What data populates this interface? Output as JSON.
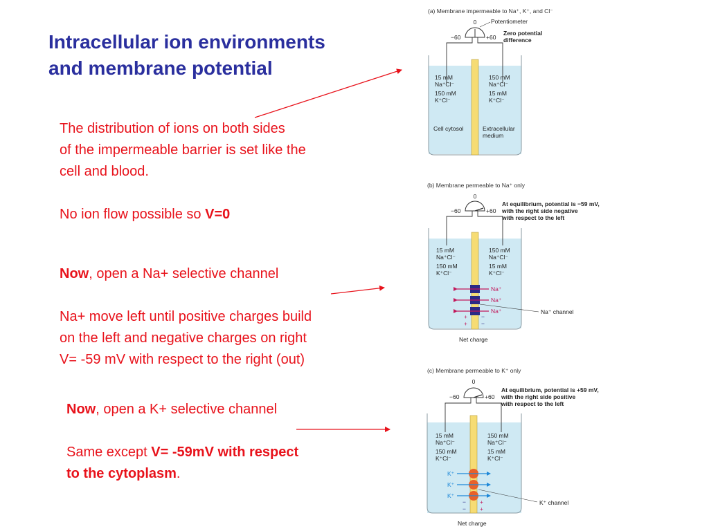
{
  "slide": {
    "title_line1": "Intracellular ion environments",
    "title_line2": "and membrane potential",
    "block1": {
      "line1": "The distribution of ions on both sides",
      "line2": "of the impermeable barrier is set like the",
      "line3": "cell and blood.",
      "line4_prefix": "No ion flow possible so ",
      "line4_bold": "V=0"
    },
    "block2": {
      "now": "Now",
      "line1_rest": ", open a Na+ selective channel",
      "line2": "Na+ move left until positive charges build",
      "line3": "on the left and negative charges on right",
      "line4": "V= -59 mV with respect to the right (out)"
    },
    "block3": {
      "now": "Now",
      "line1_rest": ", open a K+ selective channel",
      "line2_prefix": "Same except ",
      "line2_bold": "V= -59mV with respect",
      "line3_bold": "to the cytoplasm",
      "line3_suffix": "."
    },
    "colors": {
      "title": "#2a2f9e",
      "body_text": "#e8121b",
      "arrows": "#e8121b"
    }
  },
  "figure": {
    "panel_a": {
      "caption": "(a)  Membrane impermeable to Na⁺, K⁺, and Cl⁻",
      "meter_zero": "0",
      "meter_neg": "−60",
      "meter_pos": "+60",
      "potentiometer": "Potentiometer",
      "note1": "Zero potential",
      "note2": "difference",
      "left_na_conc": "15 mM",
      "left_na_ion": "Na⁺Cl⁻",
      "left_k_conc": "150 mM",
      "left_k_ion": "K⁺Cl⁻",
      "right_na_conc": "150 mM",
      "right_na_ion": "Na⁺Cl⁻",
      "right_k_conc": "15 mM",
      "right_k_ion": "K⁺Cl⁻",
      "left_label": "Cell cytosol",
      "right_label1": "Extracellular",
      "right_label2": "medium"
    },
    "panel_b": {
      "caption": "(b)  Membrane permeable to Na⁺ only",
      "meter_zero": "0",
      "meter_neg": "−60",
      "meter_pos": "+60",
      "note1": "At equilibrium, potential is −59 mV,",
      "note2": "with the right side negative",
      "note3": "with respect to the left",
      "left_na_conc": "15 mM",
      "left_na_ion": "Na⁺Cl⁻",
      "left_k_conc": "150 mM",
      "left_k_ion": "K⁺Cl⁻",
      "right_na_conc": "150 mM",
      "right_na_ion": "Na⁺Cl⁻",
      "right_k_conc": "15 mM",
      "right_k_ion": "K⁺Cl⁻",
      "ion1": "Na⁺",
      "ion2": "Na⁺",
      "ion3": "Na⁺",
      "channel": "Na⁺ channel",
      "net_charge": "Net charge",
      "plus": "+",
      "minus": "−"
    },
    "panel_c": {
      "caption": "(c)  Membrane permeable to K⁺ only",
      "meter_zero": "0",
      "meter_neg": "−60",
      "meter_pos": "+60",
      "note1": "At equilibrium, potential is +59 mV,",
      "note2": "with the right side positive",
      "note3": "with respect to the left",
      "left_na_conc": "15 mM",
      "left_na_ion": "Na⁺Cl⁻",
      "left_k_conc": "150 mM",
      "left_k_ion": "K⁺Cl⁻",
      "right_na_conc": "150 mM",
      "right_na_ion": "Na⁺Cl⁻",
      "right_k_conc": "15 mM",
      "right_k_ion": "K⁺Cl⁻",
      "ion1": "K⁺",
      "ion2": "K⁺",
      "ion3": "K⁺",
      "channel": "K⁺ channel",
      "net_charge": "Net charge",
      "plus": "+",
      "minus": "−"
    },
    "colors": {
      "fluid": "#cfe9f3",
      "membrane": "#f6dc74",
      "na_channel": "#2b2a86",
      "na_arrow": "#c2185b",
      "k_channel": "#e8602a",
      "k_arrow": "#1e88d8"
    }
  }
}
